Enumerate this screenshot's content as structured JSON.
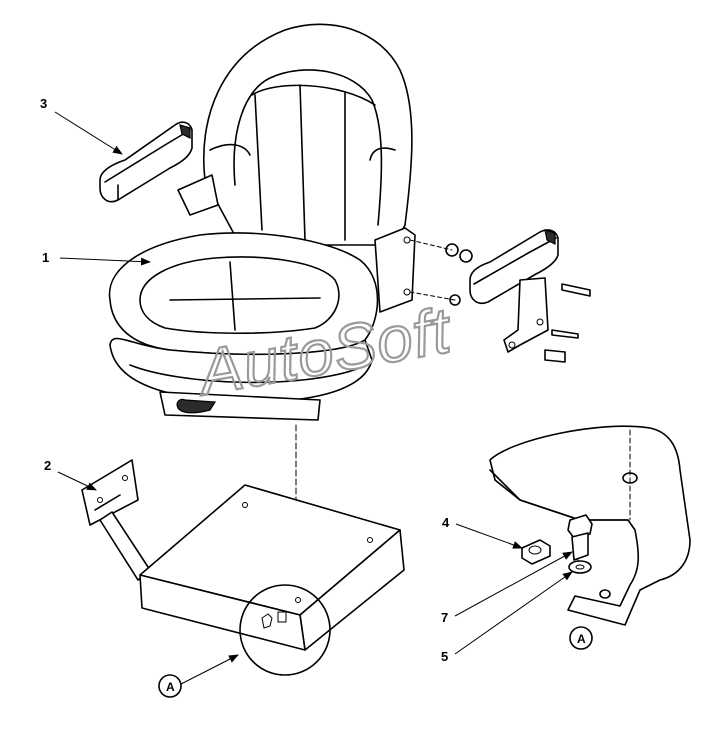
{
  "callouts": {
    "seat": "1",
    "bracket": "2",
    "armrest": "3",
    "nut": "4",
    "washer": "5",
    "bolt": "7"
  },
  "detail": {
    "letter": "A",
    "letter_right": "A"
  },
  "watermark": "AutoSoft"
}
